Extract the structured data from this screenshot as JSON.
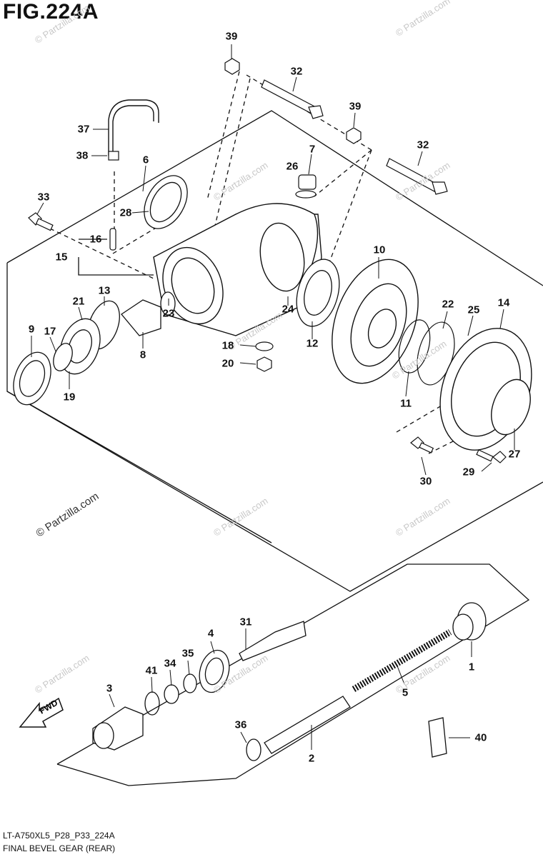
{
  "figure": {
    "title": "FIG.224A"
  },
  "watermark": {
    "text": "© Partzilla.com"
  },
  "fwd_label": "FWD",
  "callouts": [
    {
      "id": "c1",
      "label": "1"
    },
    {
      "id": "c2",
      "label": "2"
    },
    {
      "id": "c3",
      "label": "3"
    },
    {
      "id": "c4",
      "label": "4"
    },
    {
      "id": "c5",
      "label": "5"
    },
    {
      "id": "c6",
      "label": "6"
    },
    {
      "id": "c7",
      "label": "7"
    },
    {
      "id": "c8",
      "label": "8"
    },
    {
      "id": "c9",
      "label": "9"
    },
    {
      "id": "c10",
      "label": "10"
    },
    {
      "id": "c11",
      "label": "11"
    },
    {
      "id": "c12",
      "label": "12"
    },
    {
      "id": "c13",
      "label": "13"
    },
    {
      "id": "c14",
      "label": "14"
    },
    {
      "id": "c15",
      "label": "15"
    },
    {
      "id": "c16",
      "label": "16"
    },
    {
      "id": "c17",
      "label": "17"
    },
    {
      "id": "c18",
      "label": "18"
    },
    {
      "id": "c19",
      "label": "19"
    },
    {
      "id": "c20",
      "label": "20"
    },
    {
      "id": "c21",
      "label": "21"
    },
    {
      "id": "c22",
      "label": "22"
    },
    {
      "id": "c23",
      "label": "23"
    },
    {
      "id": "c24",
      "label": "24"
    },
    {
      "id": "c25",
      "label": "25"
    },
    {
      "id": "c26",
      "label": "26"
    },
    {
      "id": "c27",
      "label": "27"
    },
    {
      "id": "c28",
      "label": "28"
    },
    {
      "id": "c29",
      "label": "29"
    },
    {
      "id": "c30",
      "label": "30"
    },
    {
      "id": "c31",
      "label": "31"
    },
    {
      "id": "c32a",
      "label": "32"
    },
    {
      "id": "c32b",
      "label": "32"
    },
    {
      "id": "c33",
      "label": "33"
    },
    {
      "id": "c34",
      "label": "34"
    },
    {
      "id": "c35",
      "label": "35"
    },
    {
      "id": "c36",
      "label": "36"
    },
    {
      "id": "c37",
      "label": "37"
    },
    {
      "id": "c38",
      "label": "38"
    },
    {
      "id": "c39a",
      "label": "39"
    },
    {
      "id": "c39b",
      "label": "39"
    },
    {
      "id": "c40",
      "label": "40"
    },
    {
      "id": "c41",
      "label": "41"
    }
  ],
  "footer": {
    "code": "LT-A750XL5_P28_P33_224A",
    "caption": "FINAL BEVEL GEAR (REAR)"
  }
}
